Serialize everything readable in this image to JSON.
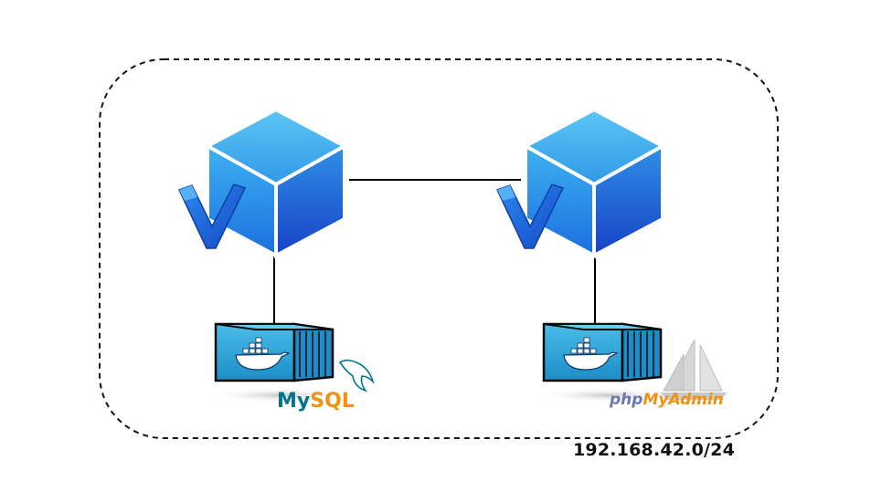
{
  "network": {
    "subnet": "192.168.42.0/24"
  },
  "nodes": [
    {
      "id": "vm-left",
      "icon": "virtualbox-cube-icon"
    },
    {
      "id": "vm-right",
      "icon": "virtualbox-cube-icon"
    }
  ],
  "containers": [
    {
      "id": "container-mysql",
      "icon": "docker-container-icon",
      "logo_text": "MySQL",
      "logo_icon": "dolphin-icon"
    },
    {
      "id": "container-phpmyadmin",
      "icon": "docker-container-icon",
      "logo_text_php": "php",
      "logo_text_rest": "MyAdmin",
      "logo_icon": "sailboat-icon"
    }
  ],
  "colors": {
    "cube_top": "#35a7ea",
    "cube_left": "#1f84e8",
    "cube_right": "#1a63d6",
    "v_mark": "#1e6fe0",
    "container_face": "#2aa4d9",
    "mysql_blue": "#00758f",
    "mysql_orange": "#f29111",
    "pma_orange": "#f29111",
    "pma_blue": "#6c78af"
  }
}
